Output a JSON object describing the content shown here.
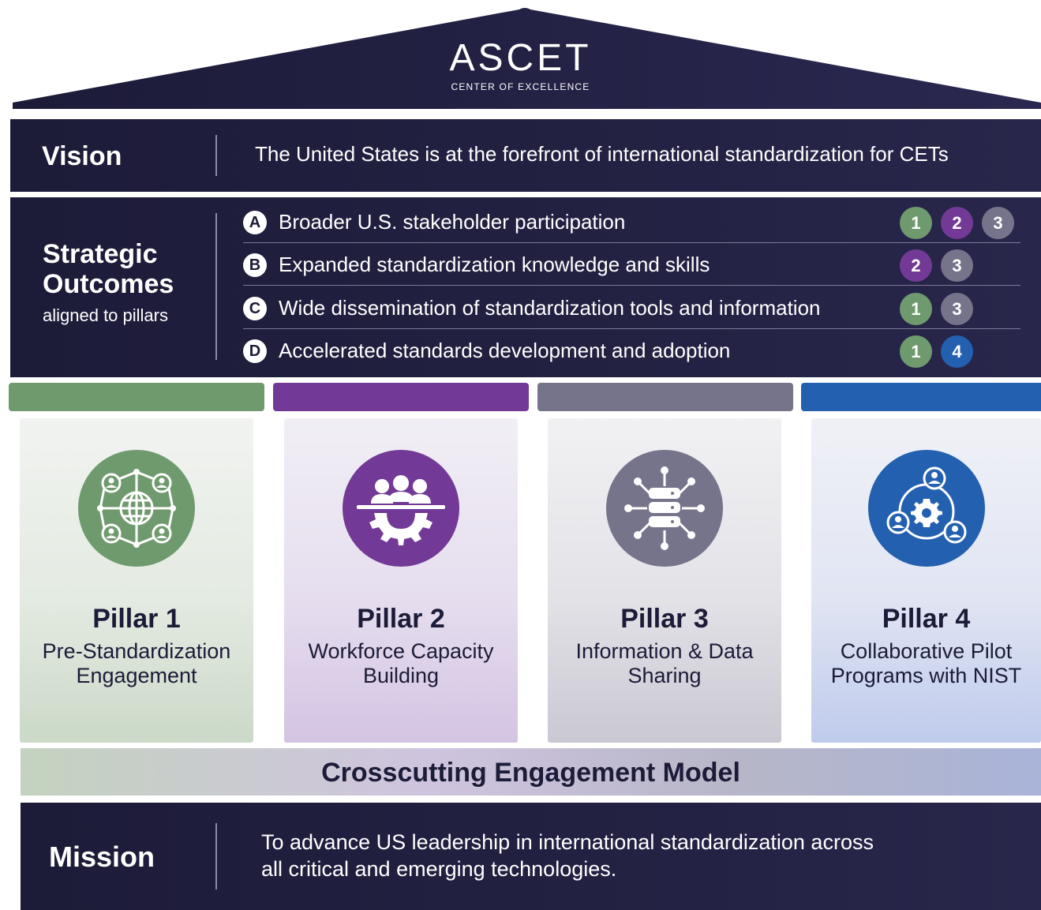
{
  "logo": {
    "word": "ASCET",
    "subtitle": "CENTER OF EXCELLENCE"
  },
  "vision": {
    "label": "Vision",
    "text": "The United States is at the forefront of international standardization for CETs"
  },
  "strategic_outcomes": {
    "label_line1": "Strategic",
    "label_line2": "Outcomes",
    "label_line3": "aligned to pillars",
    "items": [
      {
        "letter": "A",
        "text": "Broader U.S. stakeholder participation",
        "pillars": [
          "1",
          "2",
          "3"
        ]
      },
      {
        "letter": "B",
        "text": "Expanded standardization knowledge and skills",
        "pillars": [
          "2",
          "3"
        ]
      },
      {
        "letter": "C",
        "text": "Wide dissemination of standardization tools and information",
        "pillars": [
          "1",
          "3"
        ]
      },
      {
        "letter": "D",
        "text": "Accelerated standards development and adoption",
        "pillars": [
          "1",
          "4"
        ]
      }
    ]
  },
  "colors": {
    "pillar1": "#6f9a6e",
    "pillar2": "#723a96",
    "pillar3": "#76748a",
    "pillar4": "#2360b0",
    "dark": "#1c1b38"
  },
  "pillars": [
    {
      "title": "Pillar 1",
      "line1": "Pre-Standardization",
      "line2": "Engagement",
      "icon": "global-network-icon"
    },
    {
      "title": "Pillar 2",
      "line1": "Workforce Capacity",
      "line2": "Building",
      "icon": "team-gear-icon"
    },
    {
      "title": "Pillar 3",
      "line1": "Information & Data",
      "line2": "Sharing",
      "icon": "database-hub-icon"
    },
    {
      "title": "Pillar 4",
      "line1": "Collaborative Pilot",
      "line2": "Programs with NIST",
      "icon": "collaboration-gear-icon"
    }
  ],
  "crosscutting": {
    "label": "Crosscutting Engagement Model"
  },
  "mission": {
    "label": "Mission",
    "line1": "To advance US leadership in international standardization across",
    "line2": "all critical and emerging technologies."
  }
}
